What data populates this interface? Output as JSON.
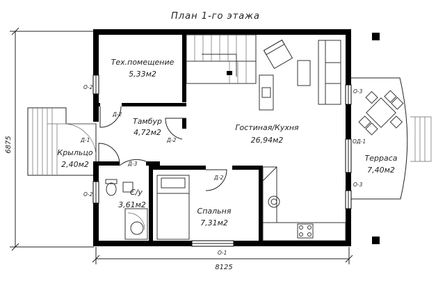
{
  "title": "План 1-го этажа",
  "dimensions": {
    "height": "6875",
    "width": "8125"
  },
  "rooms": {
    "tech": {
      "name": "Тех.помещение",
      "area": "5,33м2"
    },
    "tambur": {
      "name": "Тамбур",
      "area": "4,72м2"
    },
    "living": {
      "name": "Гостиная/Кухня",
      "area": "26,94м2"
    },
    "porch": {
      "name": "Крыльцо",
      "area": "2,40м2"
    },
    "wc": {
      "name": "С/у",
      "area": "3,61м2"
    },
    "bedroom": {
      "name": "Спальня",
      "area": "7,31м2"
    },
    "terrace": {
      "name": "Терраса",
      "area": "7,40м2"
    }
  },
  "openings": {
    "o2_tech": "О-2",
    "d2_tech": "Д-2",
    "d1": "Д-1",
    "d2_tambur": "Д-2",
    "d3": "Д-3",
    "o2_wc": "О-2",
    "d2_bed": "Д-2",
    "o1": "О-1",
    "o3_top": "О-3",
    "od1": "ОД-1",
    "o3_bottom": "О-3"
  }
}
